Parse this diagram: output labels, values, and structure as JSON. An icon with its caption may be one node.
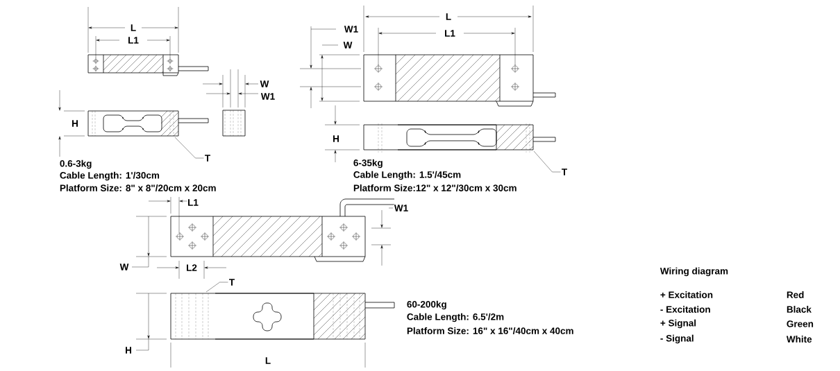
{
  "diagram": {
    "nodes": [
      {
        "text": [
          "T"
        ]
      },
      {
        "text": [
          "T"
        ]
      },
      {
        "text": [
          "T"
        ]
      }
    ],
    "edges": [
      {
        "from": 0,
        "to": null,
        "arrow": "none"
      },
      {
        "from": 1,
        "to": null,
        "arrow": "none"
      },
      {
        "from": 2,
        "to": null,
        "arrow": "none"
      }
    ],
    "labels": [
      "L",
      "L1",
      "H",
      "W",
      "W1",
      "0.6-3kg",
      "Cable Length: 1'/30cm",
      "Platform Size: 8\" x 8\"/20cm x 20cm",
      "L",
      "W1",
      "L1",
      "W",
      "H",
      "6-35kg",
      "Cable Length: 1.5'/45cm",
      "Platform Size:12\" x 12\"/30cm x 30cm",
      "L1",
      "W1",
      "W",
      "L2",
      "60-200kg",
      "Cable Length: 6.5'/2m",
      "Platform Size: 16\" x 16\"/40cm x 40cm",
      "H",
      "L",
      "Wiring diagram",
      "+ Excitation",
      "Red",
      "- Excitation",
      "Black",
      "+ Signal",
      "Green",
      "- Signal",
      "White"
    ]
  }
}
